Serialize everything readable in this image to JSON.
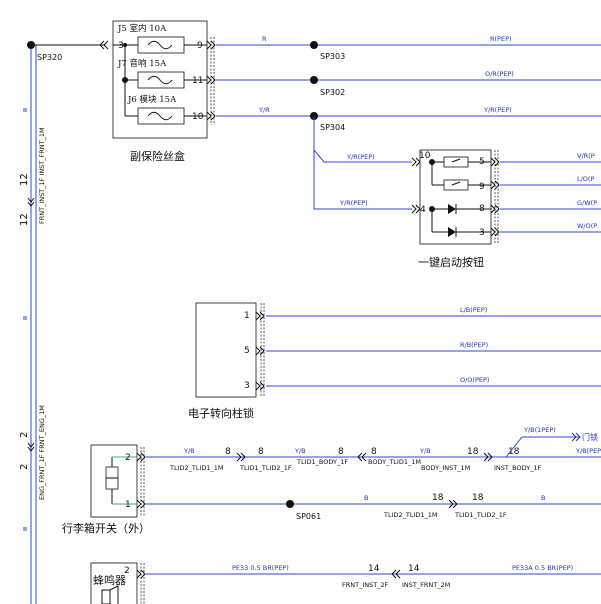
{
  "splices": {
    "sp320": "SP320",
    "sp303": "SP303",
    "sp302": "SP302",
    "sp304": "SP304",
    "sp061": "SP061"
  },
  "fuse_box": {
    "caption": "副保险丝盒",
    "fuses": [
      {
        "id": "J5",
        "name": "室内",
        "rating": "10A",
        "pin": "9"
      },
      {
        "id": "J7",
        "name": "音响",
        "rating": "15A",
        "pin": "11"
      },
      {
        "id": "J6",
        "name": "模块",
        "rating": "15A",
        "pin": "10"
      }
    ],
    "left_pin": "3"
  },
  "wires": {
    "w1_left": "R",
    "w1_right": "R(PEP)",
    "w2_right": "O/R(PEP)",
    "w3_left": "Y/R",
    "w3_right": "Y/R(PEP)",
    "btn_in1": "Y/R(PEP)",
    "btn_in2": "Y/R(PEP)",
    "btn_out5": "V/R(P",
    "btn_out9": "L/O(P",
    "btn_out8": "G/W(P",
    "btn_out3": "W/O(P",
    "lock_w1": "L/B(PEP)",
    "lock_w5": "R/B(PEP)",
    "lock_w3": "O/O(PEP)",
    "trunk_w2a": "Y/B",
    "trunk_w2b": "Y/B",
    "trunk_w2c": "Y/B",
    "trunk_w2d": "Y/B(PEP)",
    "trunk_branch": "Y/B(1PEP)",
    "trunk_branch_dest": "门锁",
    "trunk_w1a": "B",
    "trunk_w1b": "B",
    "buzzer_w1": "PE33 0.5 BR(PEP)",
    "buzzer_w2": "PE33A 0.5 BR(PEP)"
  },
  "button": {
    "caption": "一键启动按钮",
    "pins": [
      "10",
      "5",
      "9",
      "4",
      "8",
      "3"
    ]
  },
  "steering_lock": {
    "caption": "电子转向柱锁",
    "pins": [
      "1",
      "5",
      "3"
    ]
  },
  "trunk_switch": {
    "caption": "行李箱开关（外）",
    "pins": [
      "2",
      "1"
    ]
  },
  "buzzer": {
    "caption": "蜂鸣器",
    "pin": "2"
  },
  "connectors": {
    "c8": "8",
    "c8b": "8",
    "c8c": "8",
    "c8d": "8",
    "c18": "18",
    "c18b": "18",
    "tlid_1m": "TLID2_TLID1_1M",
    "tlid_1f": "TLID1_TLID2_1F",
    "body_1f": "TLID1_BODY_1F",
    "body_1m": "BODY_TLID1_1M",
    "inst_1m": "BODY_INST_1M",
    "inst_1f": "INST_BODY_1F",
    "c18c": "18",
    "c18d": "18",
    "tlid2_1m": "TLID2_TLID1_1M",
    "tlid2_1f": "TLID1_TLID2_1F",
    "c14": "14",
    "c14b": "14",
    "frnt_2f": "FRNT_INST_2F",
    "inst_2m": "INST_FRNT_2M"
  },
  "vertical": {
    "v1_num_a": "12",
    "v1_num_b": "12",
    "v1_text": "FRNT_INST_1F INST_FRNT_1M",
    "v2_num_a": "2",
    "v2_num_b": "2",
    "v2_text": "ENG_FRNT_1F FRNT_ENG_1M"
  }
}
